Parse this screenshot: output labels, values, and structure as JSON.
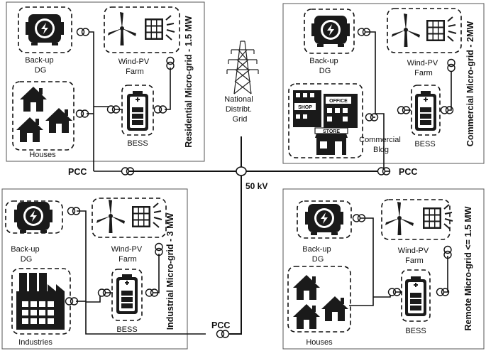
{
  "grid": {
    "label": [
      "National",
      "Distribt.",
      "Grid"
    ],
    "bus_voltage": "50 kV"
  },
  "pcc_label": "PCC",
  "microgrids": {
    "residential": {
      "title": "Residential Micro-grid - 1.5 MW",
      "dg": [
        "Back-up",
        "DG"
      ],
      "windpv": [
        "Wind-PV",
        "Farm"
      ],
      "bess": "BESS",
      "load": "Houses"
    },
    "commercial": {
      "title": "Commercial Micro-grid - 2MW",
      "dg": [
        "Back-up",
        "DG"
      ],
      "windpv": [
        "Wind-PV",
        "Farm"
      ],
      "bess": "BESS",
      "load": [
        "Commercial",
        "Bldg"
      ],
      "signs": {
        "shop": "SHOP",
        "office": "OFFICE",
        "store": "STORE"
      }
    },
    "industrial": {
      "title": "Industrial Micro-grid - 3 MW",
      "dg": [
        "Back-up",
        "DG"
      ],
      "windpv": [
        "Wind-PV",
        "Farm"
      ],
      "bess": "BESS",
      "load": "Industries"
    },
    "remote": {
      "title": "Remote Micro-grid <= 1.5 MW",
      "dg": [
        "Back-up",
        "DG"
      ],
      "windpv": [
        "Wind-PV",
        "Farm"
      ],
      "bess": "BESS",
      "load": "Houses"
    }
  }
}
